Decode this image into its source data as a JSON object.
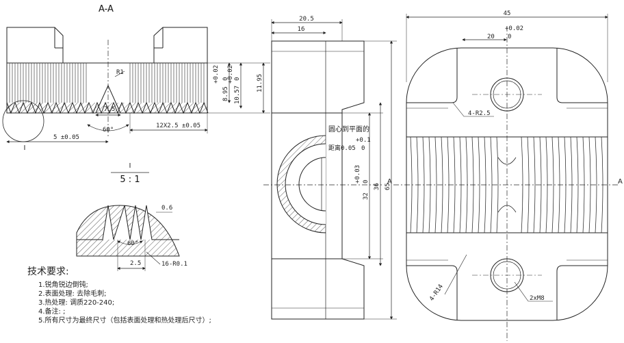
{
  "section_label": "A-A",
  "detail": {
    "marker": "I",
    "title": "I",
    "scale": "5 : 1"
  },
  "dims_section": {
    "r1": "R1",
    "d7_5": "7.5",
    "angle": "60°",
    "tol_5": "5 ±0.05",
    "tooth_pitch": "12X2.5 ±0.05",
    "d8_95": "8.95",
    "d8_95_tol_up": "+0.02",
    "d8_95_tol_lo": "0",
    "d10_57": "10.57",
    "d10_57_tol_up": "+0.02",
    "d10_57_tol_lo": "0",
    "d11_95": "11.95"
  },
  "dims_detail": {
    "d0_6": "0.6",
    "angle": "60°",
    "d2_5": "2.5",
    "r0_1": "16-R0.1"
  },
  "dims_side": {
    "d20_5": "20.5",
    "d16": "16",
    "note_line1": "圆心到平面的",
    "note_line2": "距离0.05",
    "note_tol_up": "+0.1",
    "note_tol_lo": "0",
    "d32": "32",
    "d32_tol_up": "+0.03",
    "d32_tol_lo": "0",
    "d36": "36",
    "d65": "65",
    "cut_label": "A"
  },
  "dims_front": {
    "d45": "45",
    "d20": "20",
    "d20_tol_up": "+0.02",
    "d20_tol_lo": "0",
    "r2_5": "4-R2.5",
    "r14": "4-R14",
    "m8": "2xM8",
    "cut_label": "A"
  },
  "tech_notes": {
    "title": "技术要求:",
    "items": [
      "1.锐角锐边倒钝;",
      "2.表面处理: 去除毛刺;",
      "3.热处理: 调质220-240;",
      "4.备注: ;",
      "5.所有尺寸为最终尺寸（包括表面处理和热处理后尺寸）;"
    ]
  }
}
